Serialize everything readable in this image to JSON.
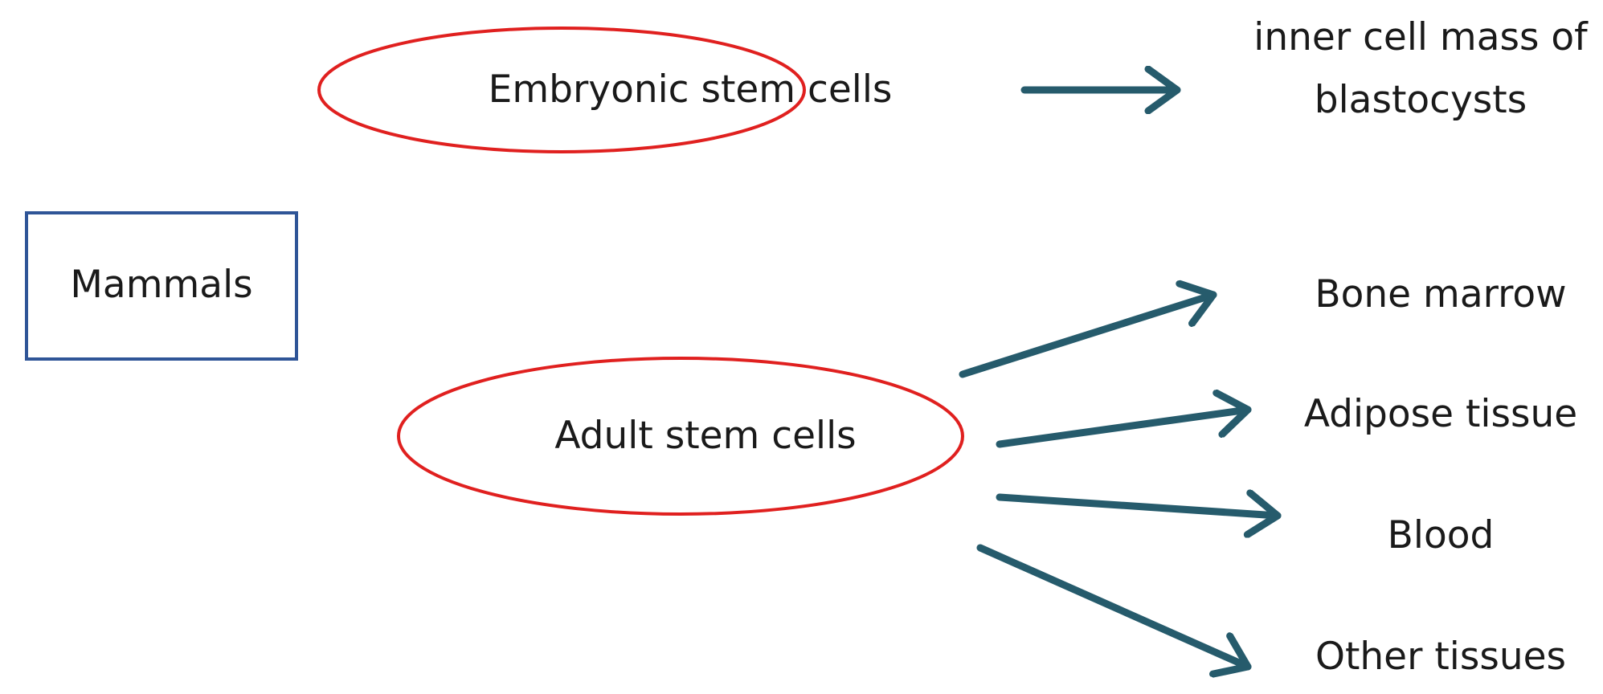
{
  "root": {
    "label": "Mammals",
    "border_color": "#2f5597"
  },
  "categories": [
    {
      "label": "Embryonic stem cells",
      "outline_color": "#e0201f",
      "sources": [
        {
          "label_lines": [
            "inner cell mass of",
            "blastocysts"
          ]
        }
      ]
    },
    {
      "label": "Adult stem cells",
      "outline_color": "#e0201f",
      "sources": [
        {
          "label": "Bone marrow"
        },
        {
          "label": "Adipose tissue"
        },
        {
          "label": "Blood"
        },
        {
          "label": "Other tissues"
        }
      ]
    }
  ],
  "arrow_color": "#265b6c"
}
